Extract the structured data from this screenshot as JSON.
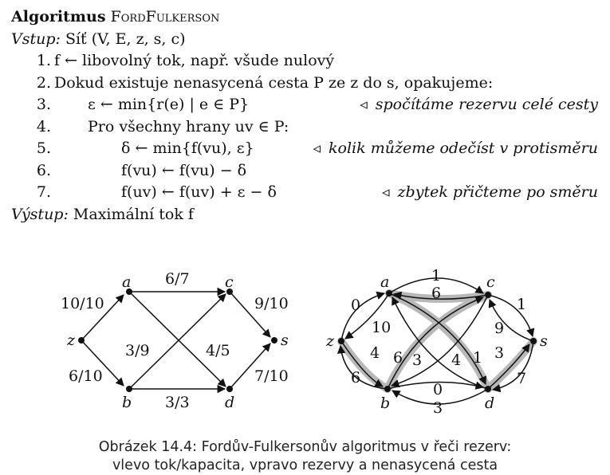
{
  "algorithm": {
    "title_bold": "Algoritmus",
    "title_name": "FordFulkerson",
    "input_label": "Vstup:",
    "input_text": "Síť (V, E, z, s, c)",
    "steps": [
      {
        "num": "1.",
        "text": "f ← libovolný tok, např. všude nulový",
        "indent": 0,
        "comment": ""
      },
      {
        "num": "2.",
        "text": "Dokud existuje nenasycená cesta P ze z do s, opakujeme:",
        "indent": 0,
        "comment": ""
      },
      {
        "num": "3.",
        "text": "ε ← min{r(e) | e ∈ P}",
        "indent": 1,
        "comment": "spočítáme rezervu celé cesty"
      },
      {
        "num": "4.",
        "text": "Pro všechny hrany uv ∈ P:",
        "indent": 1,
        "comment": ""
      },
      {
        "num": "5.",
        "text": "δ ← min{f(vu), ε}",
        "indent": 2,
        "comment": "kolik můžeme odečíst v protisměru"
      },
      {
        "num": "6.",
        "text": "f(vu) ← f(vu) − δ",
        "indent": 2,
        "comment": ""
      },
      {
        "num": "7.",
        "text": "f(uv) ← f(uv) + ε − δ",
        "indent": 2,
        "comment": "zbytek přičteme po směru"
      }
    ],
    "output_label": "Výstup:",
    "output_text": "Maximální tok f",
    "comment_marker": "◃"
  },
  "left_graph": {
    "nodes": {
      "z": "z",
      "a": "a",
      "b": "b",
      "c": "c",
      "d": "d",
      "s": "s"
    },
    "edges": [
      {
        "from": "z",
        "to": "a",
        "label": "10/10"
      },
      {
        "from": "z",
        "to": "b",
        "label": "6/10"
      },
      {
        "from": "a",
        "to": "c",
        "label": "6/7"
      },
      {
        "from": "a",
        "to": "d",
        "label": "4/5"
      },
      {
        "from": "b",
        "to": "c",
        "label": "3/9"
      },
      {
        "from": "b",
        "to": "d",
        "label": "3/3"
      },
      {
        "from": "c",
        "to": "s",
        "label": "9/10"
      },
      {
        "from": "d",
        "to": "s",
        "label": "7/10"
      }
    ]
  },
  "right_graph": {
    "nodes": {
      "z": "z",
      "a": "a",
      "b": "b",
      "c": "c",
      "d": "d",
      "s": "s"
    },
    "reserves": {
      "za": "0",
      "az": "10",
      "zb": "4",
      "bz": "6",
      "ac": "1",
      "ca": "6",
      "ad": "1",
      "da": "4",
      "bc": "6",
      "cb": "3",
      "bd": "0",
      "db": "3",
      "cs": "1",
      "sc": "9",
      "ds": "3",
      "sd": "7"
    }
  },
  "caption": {
    "line1": "Obrázek 14.4: Fordův-Fulkersonův algoritmus v řeči rezerv:",
    "line2": "vlevo tok/kapacita, vpravo rezervy a nenasycená cesta"
  }
}
